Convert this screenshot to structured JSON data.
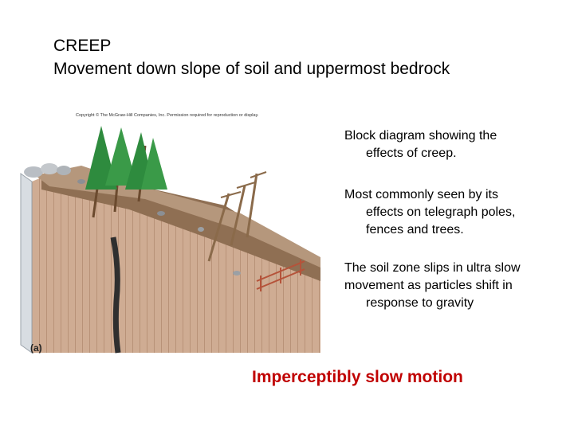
{
  "slide": {
    "title_line1": "CREEP",
    "title_line2": "Movement down slope of soil and uppermost bedrock",
    "copyright": "Copyright © The McGraw-Hill Companies, Inc. Permission required for reproduction or display.",
    "figure_label": "(a)",
    "notes": [
      {
        "line1": "Block diagram showing the",
        "line2": "effects of creep."
      },
      {
        "line1": "Most commonly seen by its",
        "line2": "effects on telegraph poles,",
        "line3": "fences and trees."
      },
      {
        "line1": "The soil zone slips in ultra slow",
        "line2": "movement as particles shift in",
        "line3": "response to gravity"
      }
    ],
    "emphasis": "Imperceptibly slow motion"
  },
  "colors": {
    "emphasis": "#c00000",
    "bedrock": "#c9a48a",
    "soil": "#9c7a5c",
    "tree": "#2e8b3e"
  }
}
